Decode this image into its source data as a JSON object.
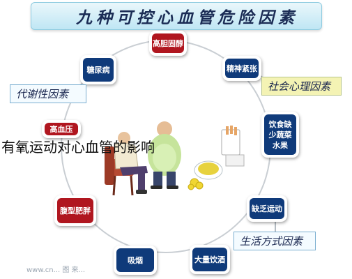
{
  "title": "九种可控心血管危险因素",
  "caption": "有氧运动对心血管的影响",
  "nodes": {
    "top": "高胆固醇",
    "stress": "精神紧张",
    "diet": [
      "饮食缺",
      "少蔬菜",
      "水果"
    ],
    "exercise": "缺乏运动",
    "drinking": "大量饮酒",
    "smoking": "吸烟",
    "obesity": "腹型肥胖",
    "hypertension": "高血压",
    "diabetes": "糖尿病"
  },
  "tags": {
    "metabolic": "代谢性因素",
    "psych": "社会心理因素",
    "lifestyle": "生活方式因素"
  },
  "watermark": "www.cn... 图 来..."
}
